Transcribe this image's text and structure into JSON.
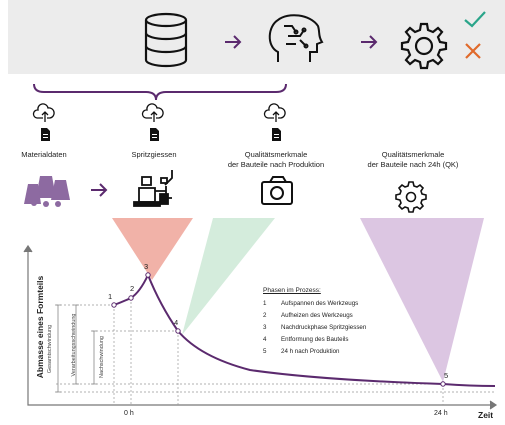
{
  "top_icons": [
    "database-icon",
    "brain-circuit-icon",
    "gear-icon",
    "checkmark-icon",
    "cross-icon"
  ],
  "stations": [
    {
      "label": "Materialdaten"
    },
    {
      "label": "Spritzgiessen"
    },
    {
      "label": "Qualitätsmerkmale\nder Bauteile nach Produktion"
    },
    {
      "label": "Qualitätsmerkmale\nder Bauteile nach 24h (QK)"
    }
  ],
  "chart": {
    "ylabel": "Abmasse eines Formteils",
    "xlabel": "Zeit",
    "x_ticks": [
      "0 h",
      "24 h"
    ],
    "brackets": [
      "Gesamtschwindung",
      "Verarbeitungsschwindung",
      "Nachschwindung"
    ],
    "point_labels": [
      "1",
      "2",
      "3",
      "4",
      "5"
    ]
  },
  "legend": {
    "title": "Phasen im Prozess:",
    "items": [
      {
        "num": "1",
        "text": "Aufspannen des Werkzeugs"
      },
      {
        "num": "2",
        "text": "Aufheizen des Werkzeugs"
      },
      {
        "num": "3",
        "text": "Nachdruckphase Spritzgiessen"
      },
      {
        "num": "4",
        "text": "Entformung des Bauteils"
      },
      {
        "num": "5",
        "text": "24 h nach Produktion"
      }
    ]
  },
  "colors": {
    "accent": "#5b2a6e",
    "check": "#2aa58a",
    "cross": "#e06a2b",
    "red_cone": "#f1b2a8",
    "green_cone": "#d4ecdc",
    "purple_cone": "#dcc6e2"
  }
}
